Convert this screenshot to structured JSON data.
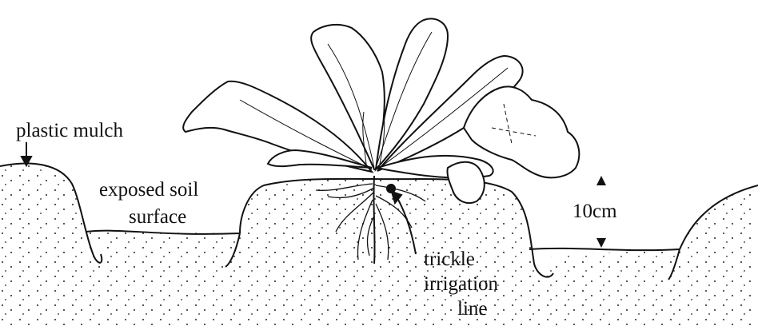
{
  "labels": {
    "plastic_mulch": "plastic mulch",
    "exposed_line1": "exposed soil",
    "exposed_line2": "surface",
    "height": "10cm",
    "trickle_line1": "trickle",
    "trickle_line2": "irrigation",
    "trickle_line3": "line"
  },
  "colors": {
    "ink": "#111111",
    "background": "#ffffff"
  }
}
